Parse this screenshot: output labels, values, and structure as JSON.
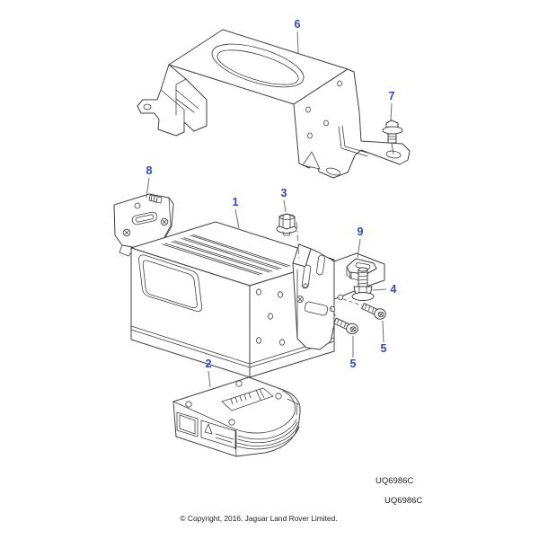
{
  "diagram": {
    "colors": {
      "label": "#2a46d0",
      "line": "#3f3f3f",
      "leader": "#6f6f6f"
    },
    "labels": {
      "part1": "1",
      "part2": "2",
      "part3": "3",
      "part4": "4",
      "part5a": "5",
      "part5b": "5",
      "part6": "6",
      "part7": "7",
      "part8": "8",
      "part9": "9"
    },
    "codes": {
      "primary": "UQ6986C",
      "secondary": "UQ6986C"
    },
    "footer": {
      "copyright": "© Copyright, 2016. Jaguar Land Rover Limited."
    }
  }
}
